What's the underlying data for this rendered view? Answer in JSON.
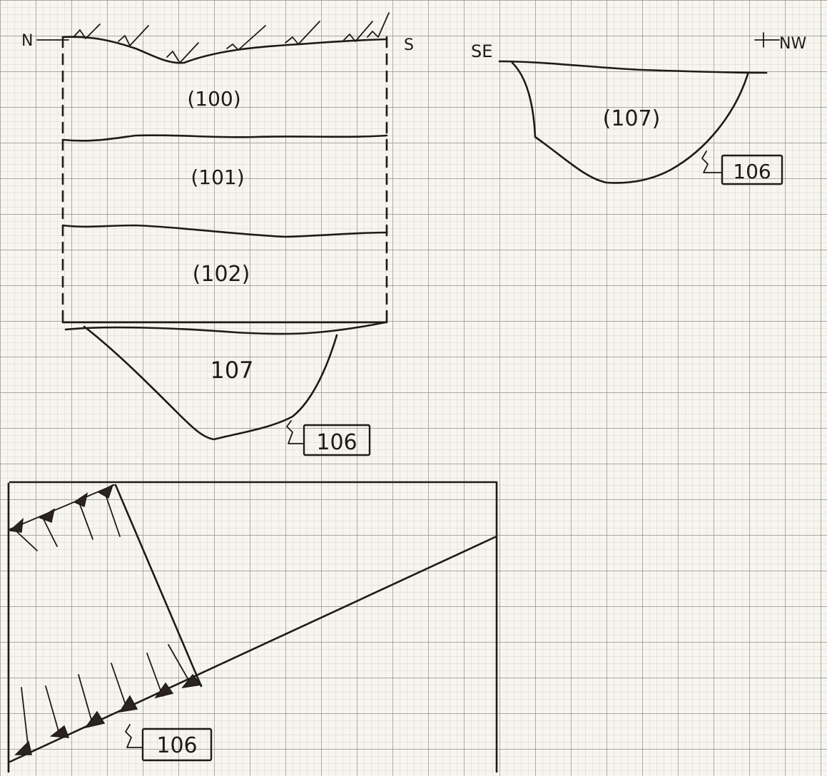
{
  "north_section": {
    "orientation_left": "N",
    "orientation_right": "S",
    "layers": [
      {
        "label": "(100)"
      },
      {
        "label": "(101)"
      },
      {
        "label": "(102)"
      }
    ],
    "fill_label": "107",
    "cut_label": "106"
  },
  "east_section": {
    "orientation_left": "SE",
    "orientation_right": "NW",
    "fill_label": "(107)",
    "cut_label": "106"
  },
  "plan": {
    "cut_label": "106"
  },
  "colors": {
    "paper": "#f7f5ef",
    "grid_fine": "#c9c7c0",
    "grid_major": "#8f8d86",
    "ink": "#1f1a17"
  }
}
